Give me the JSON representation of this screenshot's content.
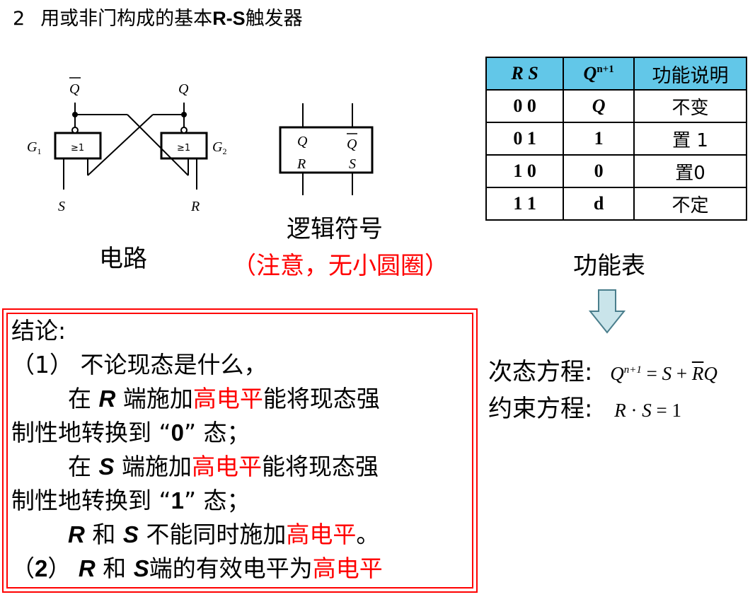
{
  "title": {
    "number": "2",
    "text_pre": "用或非门构成的基本",
    "text_bold": "R-S",
    "text_post": "触发器"
  },
  "circuit": {
    "caption": "电路",
    "label_qbar": "Q",
    "label_q": "Q",
    "label_g1": "G",
    "label_g1_sub": "1",
    "label_g2": "G",
    "label_g2_sub": "2",
    "label_s": "S",
    "label_r": "R",
    "gate_symbol": "≥1"
  },
  "logic_symbol": {
    "caption": "逻辑符号",
    "note": "（注意，无小圆圈）",
    "pin_q": "Q",
    "pin_qbar": "Q",
    "pin_r": "R",
    "pin_s": "S"
  },
  "function_table": {
    "caption": "功能表",
    "headers": {
      "rs": "R  S",
      "q": "Q",
      "q_sup": "n+1",
      "desc": "功能说明"
    },
    "rows": [
      {
        "rs": "0   0",
        "q": "Q",
        "desc": "不变"
      },
      {
        "rs": "0   1",
        "q": "1",
        "desc": "置 1"
      },
      {
        "rs": "1   0",
        "q": "0",
        "desc": "置0"
      },
      {
        "rs": "1   1",
        "q": "d",
        "desc": "不定"
      }
    ]
  },
  "equations": {
    "next_state_label": "次态方程:",
    "constraint_label": "约束方程:",
    "next_state": {
      "lhs": "Q",
      "lhs_sup": "n+1",
      "eq": " = ",
      "s": "S",
      "plus": " + ",
      "r": "R",
      "q": "Q"
    },
    "constraint": {
      "r": "R",
      "dot": " · ",
      "s": "S",
      "eq": " = ",
      "one": "1"
    }
  },
  "conclusion": {
    "heading": "结论:",
    "item1": "（1） 不论现态是什么，",
    "l2_pre": "在 ",
    "l2_var": "R",
    "l2_mid": " 端施加",
    "l2_red": "高电平",
    "l2_post": "能将现态强",
    "l3_pre": "制性地转换到 “",
    "l3_num": "0",
    "l3_post": "” 态；",
    "l4_pre": "在 ",
    "l4_var": "S",
    "l4_mid": " 端施加",
    "l4_red": "高电平",
    "l4_post": "能将现态强",
    "l5_pre": "制性地转换到 “",
    "l5_num": "1",
    "l5_post": "” 态；",
    "l6_r": "R",
    "l6_and": " 和 ",
    "l6_s": "S",
    "l6_mid": " 不能同时施加",
    "l6_red": "高电平",
    "l6_post": "。",
    "l7_pre": "（",
    "l7_num": "2",
    "l7_close": "） ",
    "l7_r": "R",
    "l7_and": " 和 ",
    "l7_s": "S",
    "l7_mid": "端的有效电平为",
    "l7_red": "高电平"
  },
  "colors": {
    "accent_red": "#ff0000",
    "table_header": "#62c7e8",
    "arrow_fill": "#c9e4ea",
    "arrow_stroke": "#4a7e8c"
  }
}
